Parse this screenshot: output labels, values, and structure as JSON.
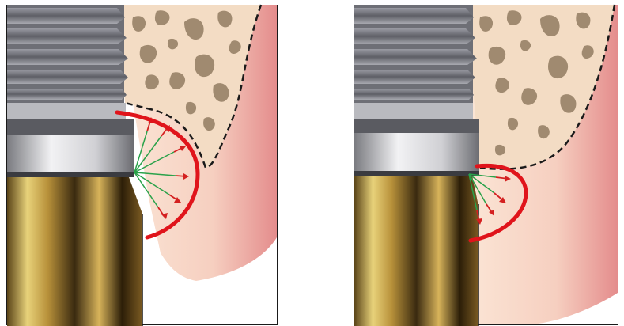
{
  "figure": {
    "panels": [
      {
        "id": "left",
        "arc": "large",
        "arrow_count": 5
      },
      {
        "id": "right",
        "arc": "small",
        "arrow_count": 4
      }
    ],
    "colors": {
      "bone_fill": "#f3dcc4",
      "bone_pore": "#a08a70",
      "soft_tissue_light": "#f8dcc8",
      "soft_tissue_dark": "#e49090",
      "implant_thread": "#7e7f87",
      "implant_collar": "#e6e6e8",
      "abutment_gold": "#c9a84a",
      "abutment_dark": "#3a2a12",
      "arc_red": "#e0141b",
      "arrow_red": "#d42020",
      "arrow_green": "#2aa24a",
      "outline": "#1a1a1a"
    },
    "icons": [
      "implant-threads-icon",
      "cortical-bone-pores-icon",
      "stress-arc-icon",
      "force-arrows-icon"
    ]
  }
}
